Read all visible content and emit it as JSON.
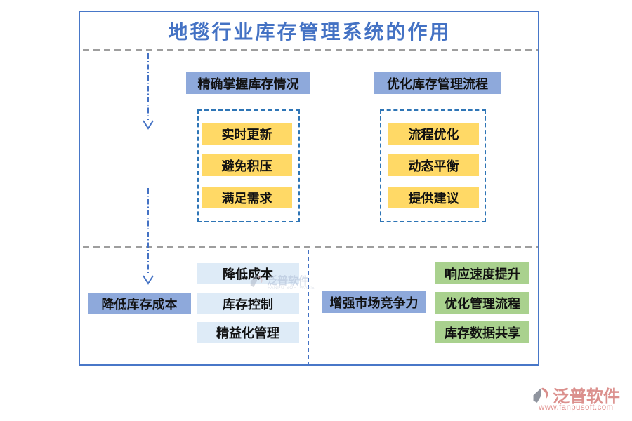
{
  "page_title": "地毯行业库存管理系统的作用",
  "flow": {
    "top_left": {
      "header": "精确掌握库存情况",
      "items": [
        "实时更新",
        "避免积压",
        "满足需求"
      ]
    },
    "top_right": {
      "header": "优化库存管理流程",
      "items": [
        "流程优化",
        "动态平衡",
        "提供建议"
      ]
    },
    "bottom_left": {
      "header": "降低库存成本",
      "items": [
        "降低成本",
        "库存控制",
        "精益化管理"
      ]
    },
    "bottom_right": {
      "header": "增强市场竞争力",
      "items": [
        "响应速度提升",
        "优化管理流程",
        "库存数据共享"
      ]
    }
  },
  "watermark": {
    "brand": "泛普软件",
    "brand_en": "FANPU SOFTWARE"
  },
  "footer_logo": {
    "brand": "泛普软件",
    "website": "www.fanpusoft.com"
  },
  "colors": {
    "title": "#4472c4",
    "frame_border": "#4877c8",
    "header_bg": "#8ea9db",
    "yellow_bg": "#ffd966",
    "lightblue_bg": "#deebf7",
    "green_bg": "#a9d18e",
    "dashed_container": "#2e75b6",
    "gray_divider": "#7f7f7f",
    "arrow_blue": "#4472c4",
    "logo_coral": "#db908d",
    "logo_gray": "#8f949e"
  }
}
